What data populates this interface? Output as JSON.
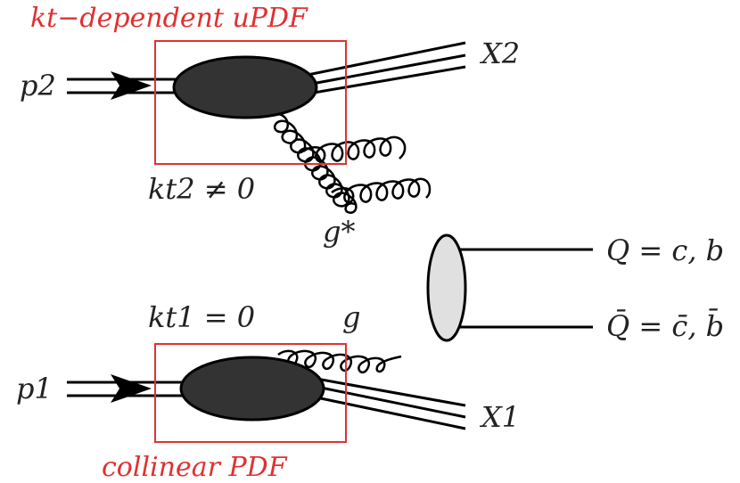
{
  "labels": {
    "top_caption": "kt−dependent uPDF",
    "bottom_caption": "collinear PDF",
    "p2": "p2",
    "p1": "p1",
    "x2": "X2",
    "x1": "X1",
    "kt2": "kt2 ≠ 0",
    "kt1": "kt1 = 0",
    "gstar": "g*",
    "g": "g",
    "q": "Q = c, b",
    "qbar": "Q̄ = c̄, b̄"
  },
  "colors": {
    "box": "#dd3333",
    "caption": "#e03030",
    "blob": "#333333",
    "vertex": "#e0e0e0",
    "line": "#000000"
  }
}
